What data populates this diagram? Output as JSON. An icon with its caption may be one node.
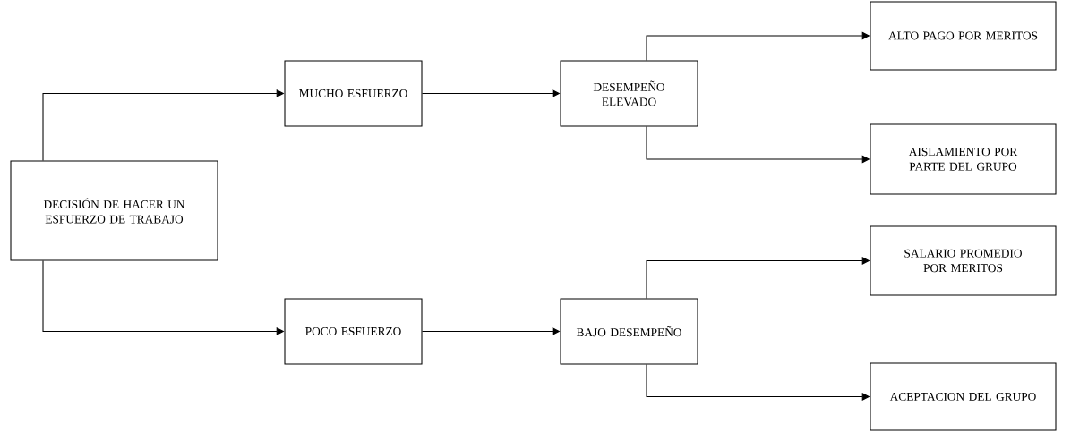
{
  "diagram": {
    "nodes": [
      {
        "text": [
          "DECISIÓN DE HACER UN ESFUERZO DE TRABAJO"
        ]
      },
      {
        "text": [
          "MUCHO ESFUERZO"
        ]
      },
      {
        "text": [
          "DESEMPEÑO ELEVADO"
        ]
      },
      {
        "text": [
          "ALTO PAGO POR MERITOS"
        ]
      },
      {
        "text": [
          "AISLAMIENTO POR PARTE DEL GRUPO"
        ]
      },
      {
        "text": [
          "POCO ESFUERZO"
        ]
      },
      {
        "text": [
          "BAJO DESEMPEÑO"
        ]
      },
      {
        "text": [
          "SALARIO PROMEDIO POR MERITOS"
        ]
      },
      {
        "text": [
          "ACEPTACION DEL GRUPO"
        ]
      }
    ],
    "edges": [
      {
        "from": 0,
        "to": 1,
        "arrow": "to"
      },
      {
        "from": 0,
        "to": 5,
        "arrow": "to"
      },
      {
        "from": 1,
        "to": 2,
        "arrow": "to"
      },
      {
        "from": 5,
        "to": 6,
        "arrow": "to"
      },
      {
        "from": 2,
        "to": 3,
        "arrow": "to"
      },
      {
        "from": 2,
        "to": 4,
        "arrow": "to"
      },
      {
        "from": 6,
        "to": 7,
        "arrow": "to"
      },
      {
        "from": 6,
        "to": 8,
        "arrow": "to"
      }
    ]
  }
}
